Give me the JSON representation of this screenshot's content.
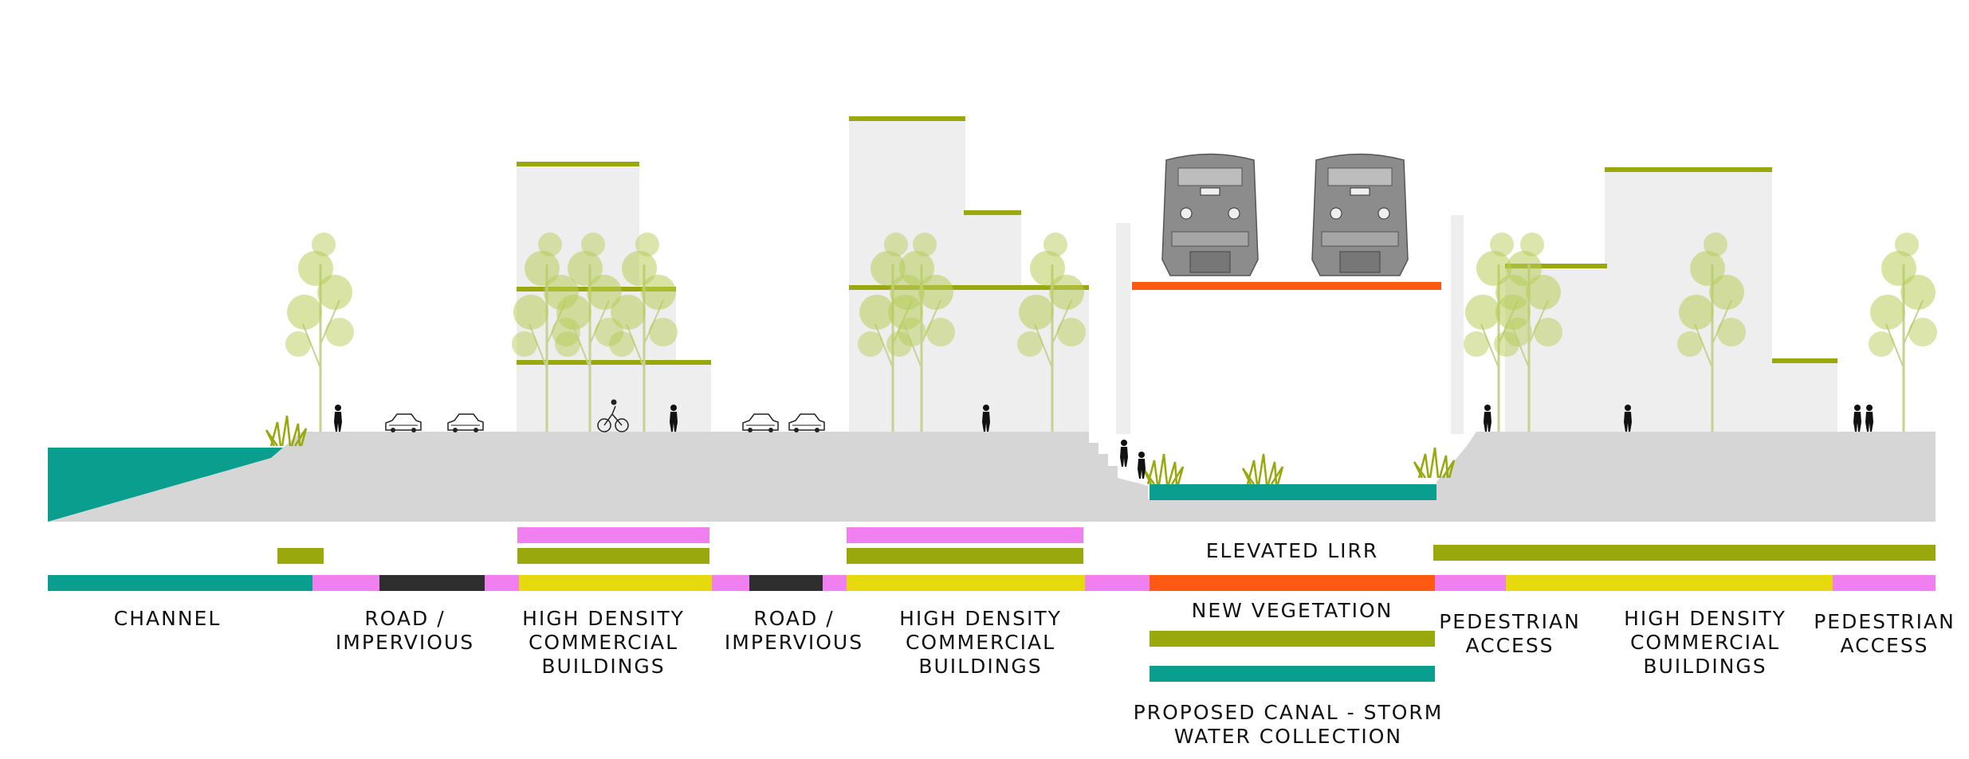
{
  "colors": {
    "channel_teal": "#0a9e8f",
    "vegetation_green": "#99a80c",
    "pedestrian_pink": "#f080f0",
    "road_dark": "#2e2e2e",
    "commercial_yellow": "#e6d90d",
    "lirr_orange": "#ff5a14",
    "ground_gray": "#d6d6d6",
    "building_gray": "#eeeeee",
    "tree_green": "#b8cc5a",
    "train_gray": "#8c8c8c"
  },
  "labels": {
    "channel": "CHANNEL",
    "road_1": "ROAD /\nIMPERVIOUS",
    "hdcb_1": "HIGH DENSITY\nCOMMERCIAL\nBUILDINGS",
    "road_2": "ROAD /\nIMPERVIOUS",
    "hdcb_2": "HIGH DENSITY\nCOMMERCIAL\nBUILDINGS",
    "elevated_lirr": "ELEVATED LIRR",
    "new_vegetation": "NEW VEGETATION",
    "proposed_canal": "PROPOSED CANAL - STORM\nWATER COLLECTION",
    "pedestrian_1": "PEDESTRIAN\nACCESS",
    "hdcb_3": "HIGH DENSITY\nCOMMERCIAL\nBUILDINGS",
    "pedestrian_2": "PEDESTRIAN\nACCESS"
  },
  "icons": {
    "train": "locomotive-front-icon",
    "car": "car-icon",
    "pedestrian": "pedestrian-icon",
    "cyclist": "cyclist-icon",
    "tree": "tree-icon",
    "grass": "grass-icon"
  }
}
